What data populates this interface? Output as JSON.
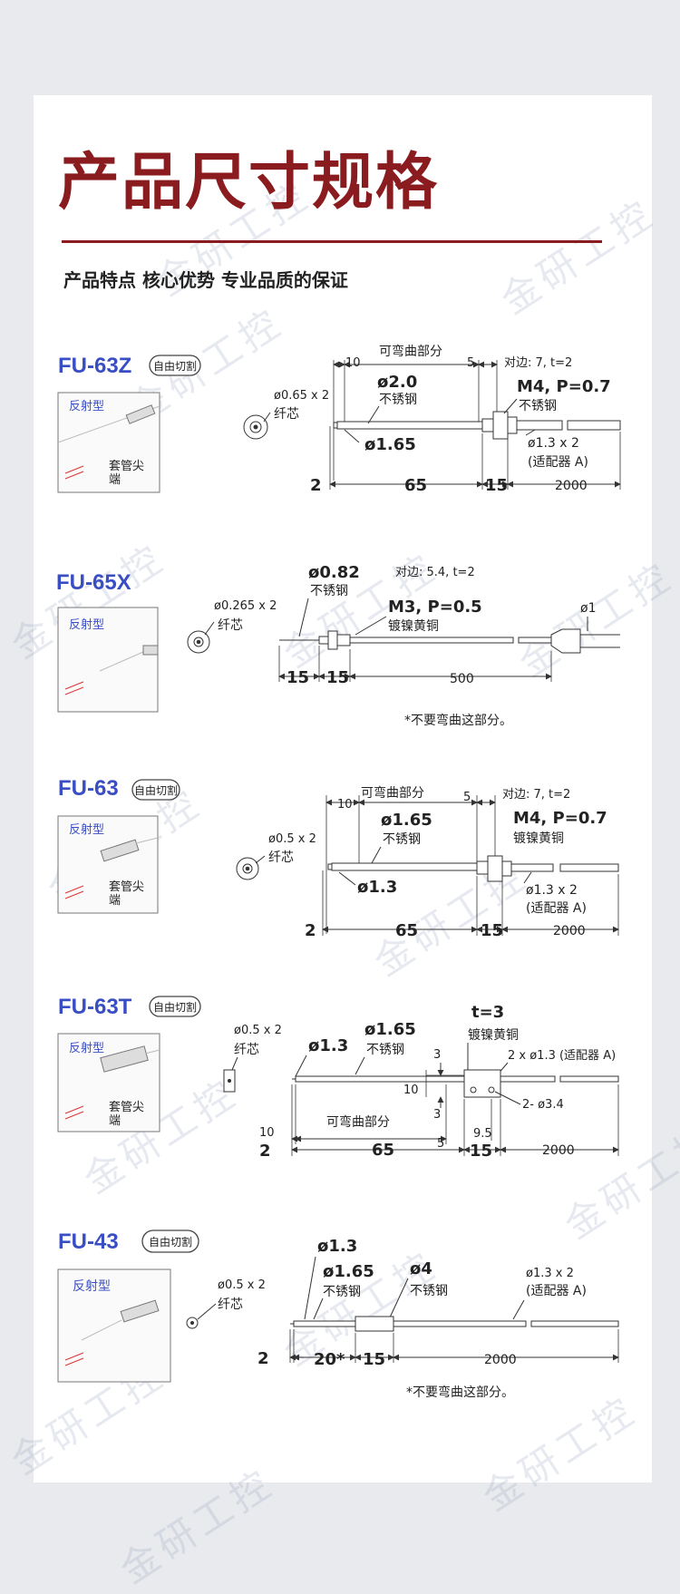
{
  "header": {
    "title": "产品尺寸规格",
    "subtitle": "产品特点  核心优势  专业品质的保证"
  },
  "watermark": "金研工控",
  "colors": {
    "accent": "#8a1b1e",
    "model": "#3a4ec4",
    "line": "#222222",
    "dim": "#3b3b3b"
  },
  "products": [
    {
      "model": "FU-63Z",
      "badge": "自由切割",
      "type_label": "反射型",
      "tip_label": "套管尖端",
      "fiber_note": "ø0.65 x 2",
      "fiber_label": "纤芯",
      "texts": {
        "d10": "10",
        "bend": "可弯曲部分",
        "d5": "5",
        "dia_tube": "ø2.0",
        "mat_tube": "不锈钢",
        "dia_tip": "ø1.65",
        "hex": "对边: 7, t=2",
        "thread": "M4, P=0.7",
        "mat_nut": "不锈钢",
        "cable": "ø1.3 x 2",
        "adapter": "(适配器 A)",
        "d2": "2",
        "d65": "65",
        "d15": "15",
        "d2000": "2000"
      }
    },
    {
      "model": "FU-65X",
      "type_label": "反射型",
      "fiber_note": "ø0.265 x 2",
      "fiber_label": "纤芯",
      "texts": {
        "dia_tube": "ø0.82",
        "mat_tube": "不锈钢",
        "hex": "对边: 5.4, t=2",
        "thread": "M3, P=0.5",
        "mat_nut": "镀镍黄铜",
        "end_dia": "ø1",
        "d15a": "15",
        "d15b": "15",
        "d500": "500",
        "note": "*不要弯曲这部分。"
      }
    },
    {
      "model": "FU-63",
      "badge": "自由切割",
      "type_label": "反射型",
      "tip_label": "套管尖端",
      "fiber_note": "ø0.5 x 2",
      "fiber_label": "纤芯",
      "texts": {
        "d10": "10",
        "bend": "可弯曲部分",
        "d5": "5",
        "dia_tube": "ø1.65",
        "mat_tube": "不锈钢",
        "dia_tip": "ø1.3",
        "hex": "对边: 7, t=2",
        "thread": "M4, P=0.7",
        "mat_nut": "镀镍黄铜",
        "cable": "ø1.3 x 2",
        "adapter": "(适配器 A)",
        "d2": "2",
        "d65": "65",
        "d15": "15",
        "d2000": "2000"
      }
    },
    {
      "model": "FU-63T",
      "badge": "自由切割",
      "type_label": "反射型",
      "tip_label": "套管尖端",
      "fiber_note": "ø0.5 x 2",
      "fiber_label": "纤芯",
      "texts": {
        "dia_tip": "ø1.3",
        "dia_tube": "ø1.65",
        "mat_tube": "不锈钢",
        "thick": "t=3",
        "mat_nut": "镀镍黄铜",
        "cable": "2 x ø1.3 (适配器 A)",
        "d3a": "3",
        "d10b": "10",
        "d3b": "3",
        "hole": "2- ø3.4",
        "d10": "10",
        "bend": "可弯曲部分",
        "d5": "5",
        "d95": "9.5",
        "d2": "2",
        "d65": "65",
        "d15": "15",
        "d2000": "2000"
      }
    },
    {
      "model": "FU-43",
      "badge": "自由切割",
      "type_label": "反射型",
      "fiber_note": "ø0.5 x 2",
      "fiber_label": "纤芯",
      "texts": {
        "dia_tip": "ø1.3",
        "dia_tube": "ø1.65",
        "mat_tube": "不锈钢",
        "dia_sleeve": "ø4",
        "mat_sleeve": "不锈钢",
        "cable": "ø1.3 x 2",
        "adapter": "(适配器 A)",
        "d2": "2",
        "d20": "20*",
        "d15": "15",
        "d2000": "2000",
        "note": "*不要弯曲这部分。"
      }
    }
  ]
}
